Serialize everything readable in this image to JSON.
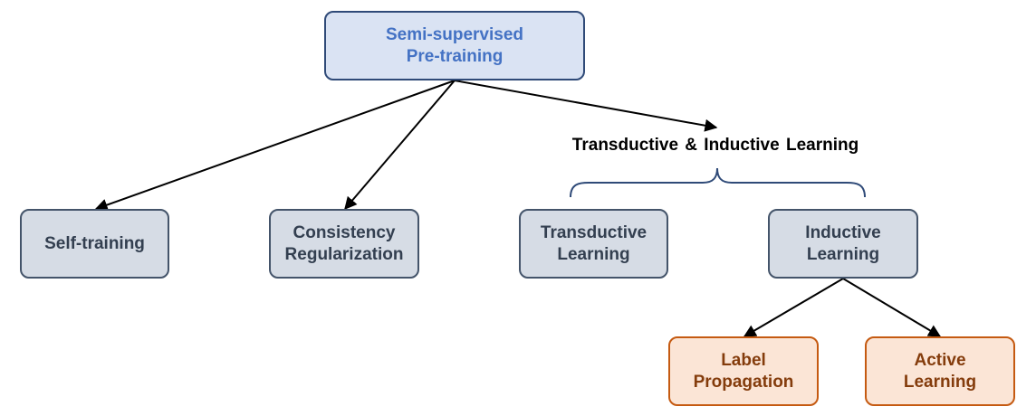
{
  "nodes": {
    "root": {
      "line1": "Semi-supervised",
      "line2": "Pre-training"
    },
    "self_training": {
      "line1": "Self-training"
    },
    "consistency": {
      "line1": "Consistency",
      "line2": "Regularization"
    },
    "transductive": {
      "line1": "Transductive",
      "line2": "Learning"
    },
    "inductive": {
      "line1": "Inductive",
      "line2": "Learning"
    },
    "label_propagation": {
      "line1": "Label",
      "line2": "Propagation"
    },
    "active_learning": {
      "line1": "Active",
      "line2": "Learning"
    }
  },
  "group_heading": "Transductive & Inductive Learning",
  "colors": {
    "root_fill": "#dae3f3",
    "root_border": "#2f4a78",
    "root_text": "#4472c4",
    "grey_fill": "#d6dce5",
    "grey_border": "#44546a",
    "grey_text": "#333f50",
    "orange_fill": "#fbe5d6",
    "orange_border": "#c55a11",
    "orange_text": "#843c0c",
    "brace": "#2f4a78",
    "arrow": "#000000"
  }
}
